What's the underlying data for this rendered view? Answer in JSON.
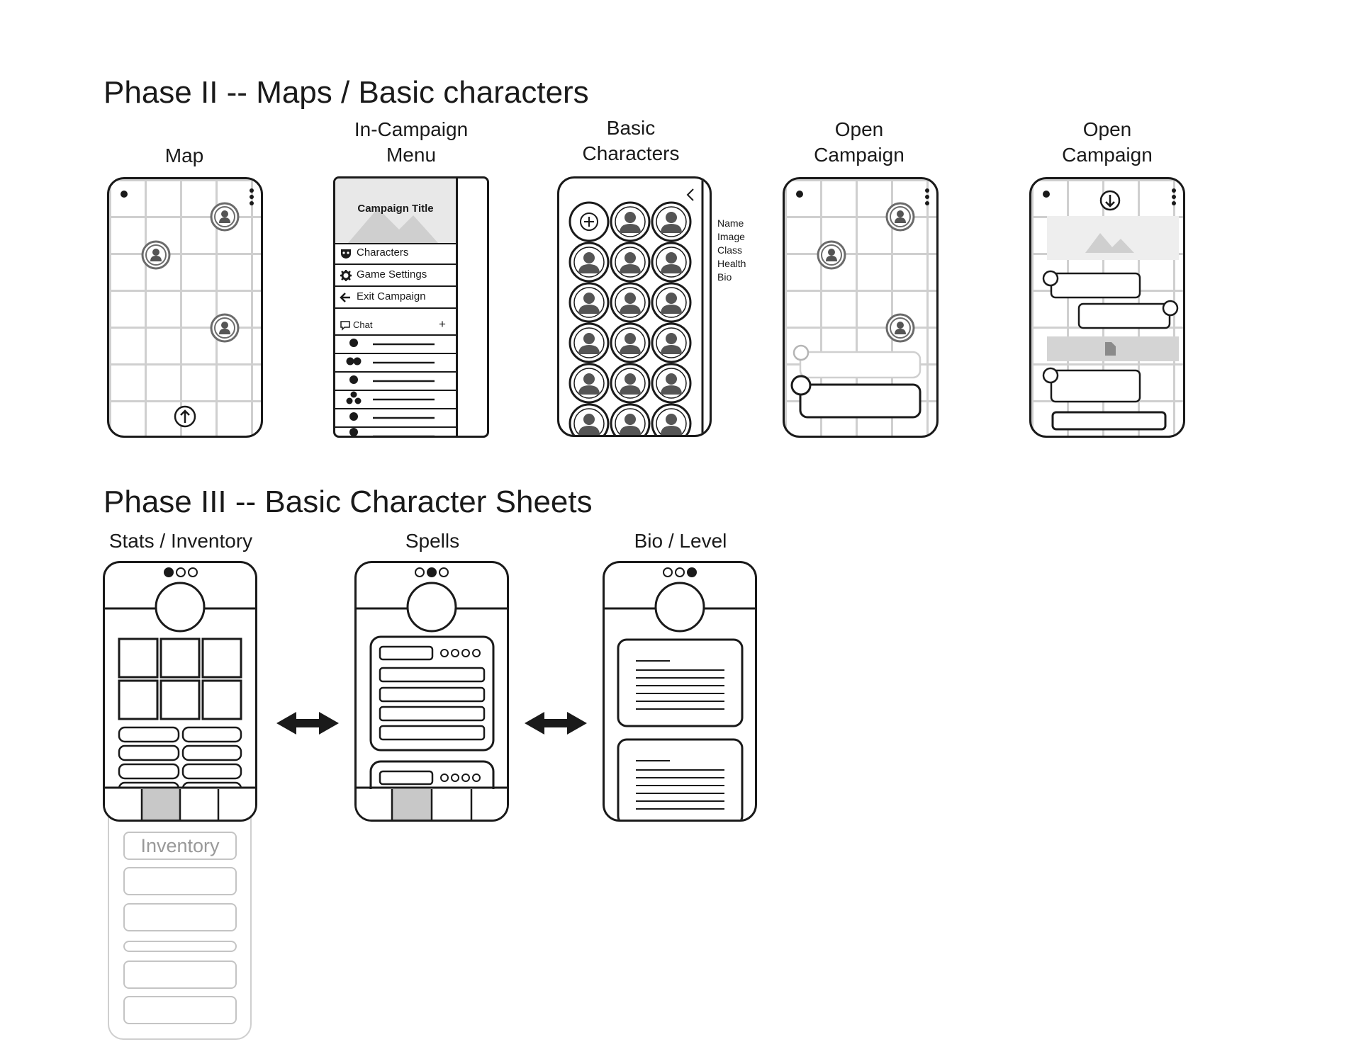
{
  "phase2": {
    "title": "Phase II -- Maps / Basic characters",
    "screens": {
      "map": {
        "label": "Map"
      },
      "menu": {
        "label_line1": "In-Campaign",
        "label_line2": "Menu",
        "campaign_title": "Campaign Title",
        "items": [
          "Characters",
          "Game Settings",
          "Exit Campaign"
        ],
        "chat_label": "Chat",
        "chat_add": "+"
      },
      "characters": {
        "label_line1": "Basic",
        "label_line2": "Characters",
        "fields": [
          "Name",
          "Image",
          "Class",
          "Health",
          "Bio"
        ]
      },
      "open_campaign_a": {
        "label_line1": "Open",
        "label_line2": "Campaign"
      },
      "open_campaign_b": {
        "label_line1": "Open",
        "label_line2": "Campaign"
      }
    }
  },
  "phase3": {
    "title": "Phase III -- Basic Character Sheets",
    "screens": {
      "stats": {
        "label": "Stats / Inventory",
        "inventory_label": "Inventory",
        "page_indicator_active": 1
      },
      "spells": {
        "label": "Spells",
        "page_indicator_active": 2
      },
      "bio": {
        "label": "Bio / Level",
        "page_indicator_active": 3
      }
    }
  },
  "icons": [
    "avatar-icon",
    "up-arrow-icon",
    "down-arrow-icon",
    "kebab-menu-icon",
    "mask-icon",
    "gear-icon",
    "back-arrow-icon",
    "chat-icon",
    "plus-circle-icon",
    "image-placeholder-icon",
    "document-icon",
    "double-arrow-icon"
  ],
  "colors": {
    "line": "#1a1a1a",
    "grid": "#cfcfcf",
    "placeholder": "#eeeeee",
    "selected_tab": "#c8c8c8",
    "faded": "#b5b5b5"
  }
}
